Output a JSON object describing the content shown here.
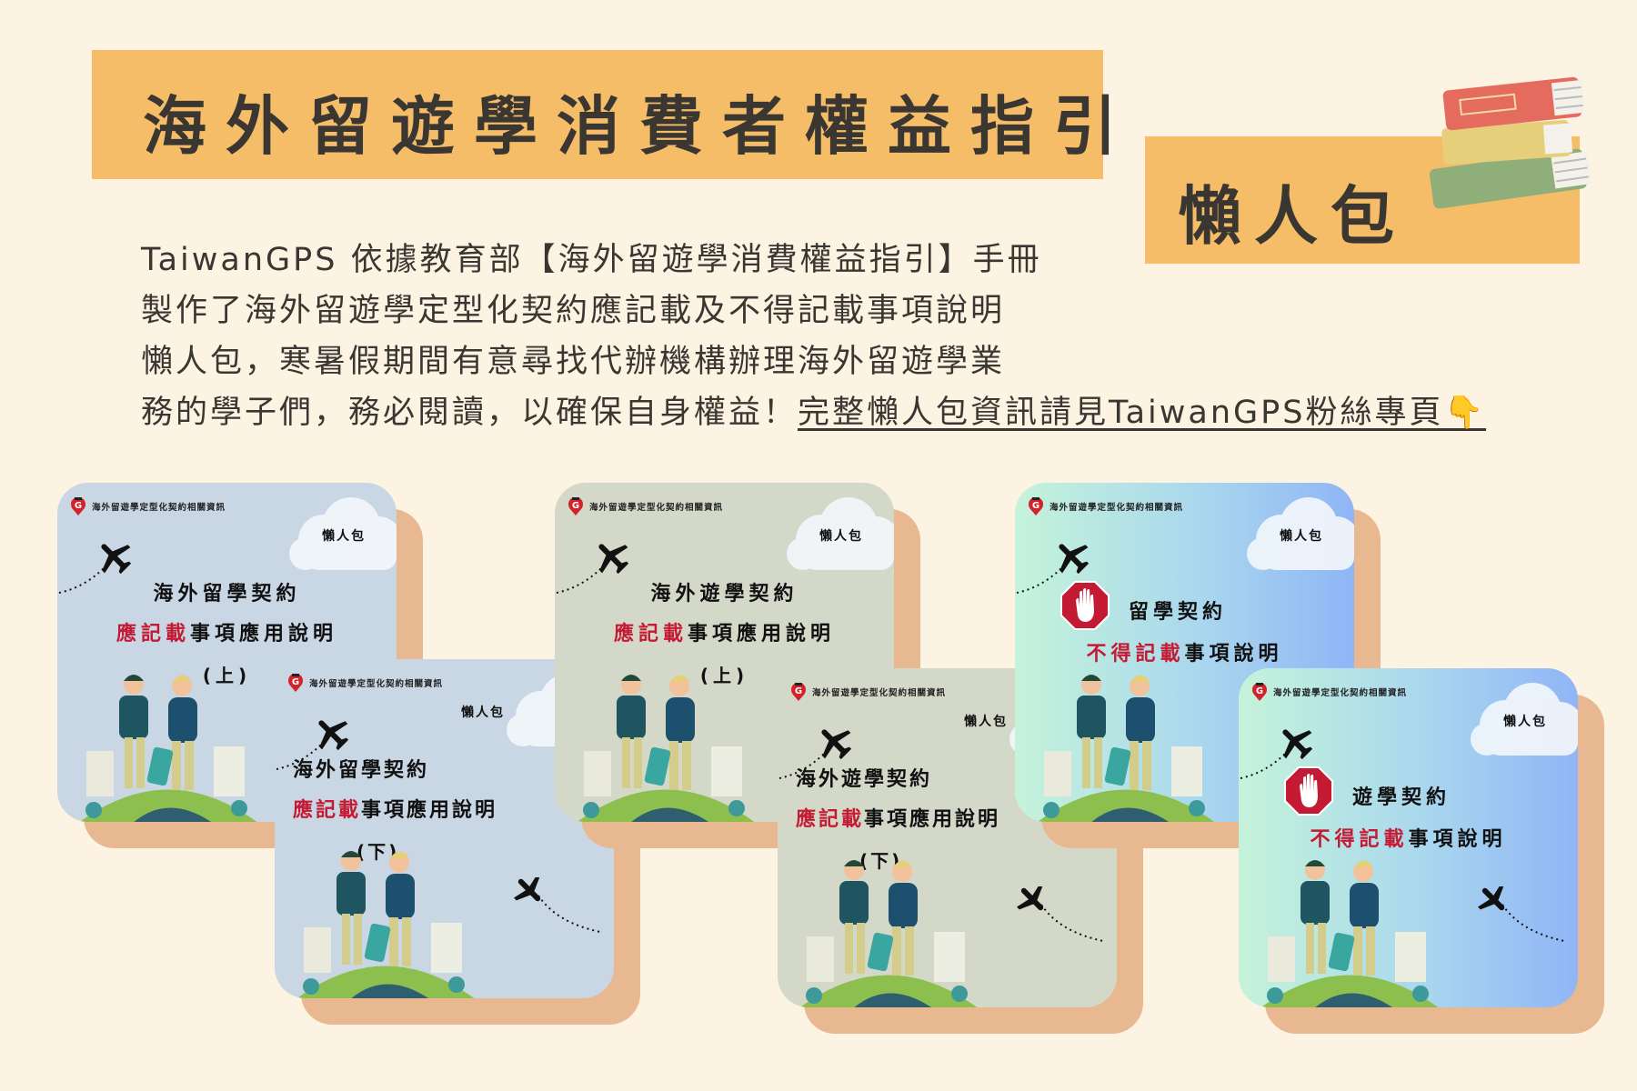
{
  "header": {
    "title": "海外留遊學消費者權益指引",
    "subtitle": "懶人包"
  },
  "intro": {
    "lines": [
      "TaiwanGPS 依據教育部【海外留遊學消費權益指引】手冊",
      "製作了海外留遊學定型化契約應記載及不得記載事項說明",
      "懶人包，寒暑假期間有意尋找代辦機構辦理海外留遊學業",
      "務的學子們，務必閱讀，以確保自身權益！"
    ],
    "link_text": "完整懶人包資訊請見TaiwanGPS粉絲專頁",
    "link_emoji": "👇"
  },
  "colors": {
    "background": "#fcf3e3",
    "banner": "#f6bd68",
    "card_shadow": "#e8b990",
    "accent_red": "#c41a33"
  },
  "cards": [
    {
      "header": "海外留遊學定型化契約相關資訊",
      "badge": "懶人包",
      "line1": "海外留學契約",
      "line2_red": "應記載",
      "line2_rest": "事項應用說明",
      "part": "(上)",
      "theme": "blue",
      "stop_icon": false
    },
    {
      "header": "海外留遊學定型化契約相關資訊",
      "badge": "懶人包",
      "line1": "海外留學契約",
      "line2_red": "應記載",
      "line2_rest": "事項應用說明",
      "part": "(下)",
      "theme": "blue",
      "stop_icon": false
    },
    {
      "header": "海外留遊學定型化契約相關資訊",
      "badge": "懶人包",
      "line1": "海外遊學契約",
      "line2_red": "應記載",
      "line2_rest": "事項應用說明",
      "part": "(上)",
      "theme": "sage",
      "stop_icon": false
    },
    {
      "header": "海外留遊學定型化契約相關資訊",
      "badge": "懶人包",
      "line1": "海外遊學契約",
      "line2_red": "應記載",
      "line2_rest": "事項應用說明",
      "part": "(下)",
      "theme": "sage",
      "stop_icon": false
    },
    {
      "header": "海外留遊學定型化契約相關資訊",
      "badge": "懶人包",
      "line1": "留學契約",
      "line2_red": "不得記載",
      "line2_rest": "事項說明",
      "part": "",
      "theme": "grad",
      "stop_icon": true
    },
    {
      "header": "海外留遊學定型化契約相關資訊",
      "badge": "懶人包",
      "line1": "遊學契約",
      "line2_red": "不得記載",
      "line2_rest": "事項說明",
      "part": "",
      "theme": "grad",
      "stop_icon": true
    }
  ]
}
